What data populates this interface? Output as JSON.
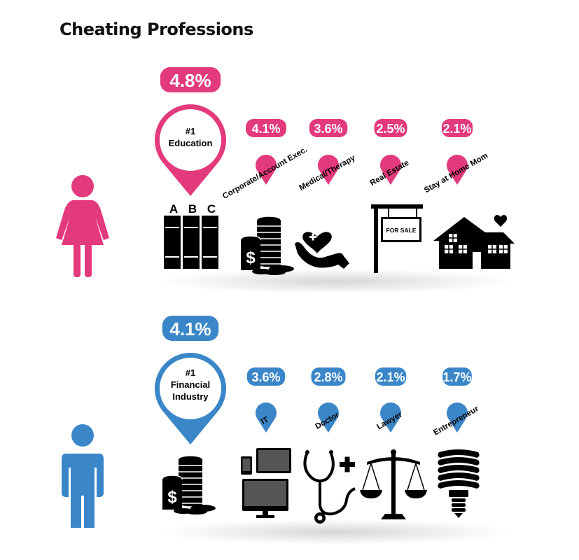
{
  "page": {
    "title": "Cheating Professions"
  },
  "colors": {
    "women": "#E33A7D",
    "men": "#3A86C8",
    "icon": "#000000",
    "text": "#111111"
  },
  "chart_data": [
    {
      "type": "bar",
      "group": "women",
      "figure_icon": "woman-icon",
      "top": {
        "rank": "#1",
        "line1": "Education",
        "line2": "",
        "value": 4.8,
        "value_label": "4.8%",
        "icon": "books-icon",
        "book_letters": [
          "A",
          "B",
          "C"
        ]
      },
      "categories": [
        "Corporate/Account Exec.",
        "Medical/Therapy",
        "Real Estate",
        "Stay at Home Mom"
      ],
      "values": [
        4.1,
        3.6,
        2.5,
        2.1
      ],
      "value_labels": [
        "4.1%",
        "3.6%",
        "2.5%",
        "2.1%"
      ],
      "icons": [
        "coins-icon",
        "heart-hand-icon",
        "for-sale-sign-icon",
        "house-heart-icon"
      ],
      "sign_text": "FOR SALE"
    },
    {
      "type": "bar",
      "group": "men",
      "figure_icon": "man-icon",
      "top": {
        "rank": "#1",
        "line1": "Financial",
        "line2": "Industry",
        "value": 4.1,
        "value_label": "4.1%",
        "icon": "coins-icon"
      },
      "categories": [
        "IT",
        "Doctor",
        "Lawyer",
        "Entrepreneur"
      ],
      "values": [
        3.6,
        2.8,
        2.1,
        1.7
      ],
      "value_labels": [
        "3.6%",
        "2.8%",
        "2.1%",
        "1.7%"
      ],
      "icons": [
        "computer-devices-icon",
        "stethoscope-icon",
        "scales-icon",
        "light-bulb-icon"
      ]
    }
  ]
}
